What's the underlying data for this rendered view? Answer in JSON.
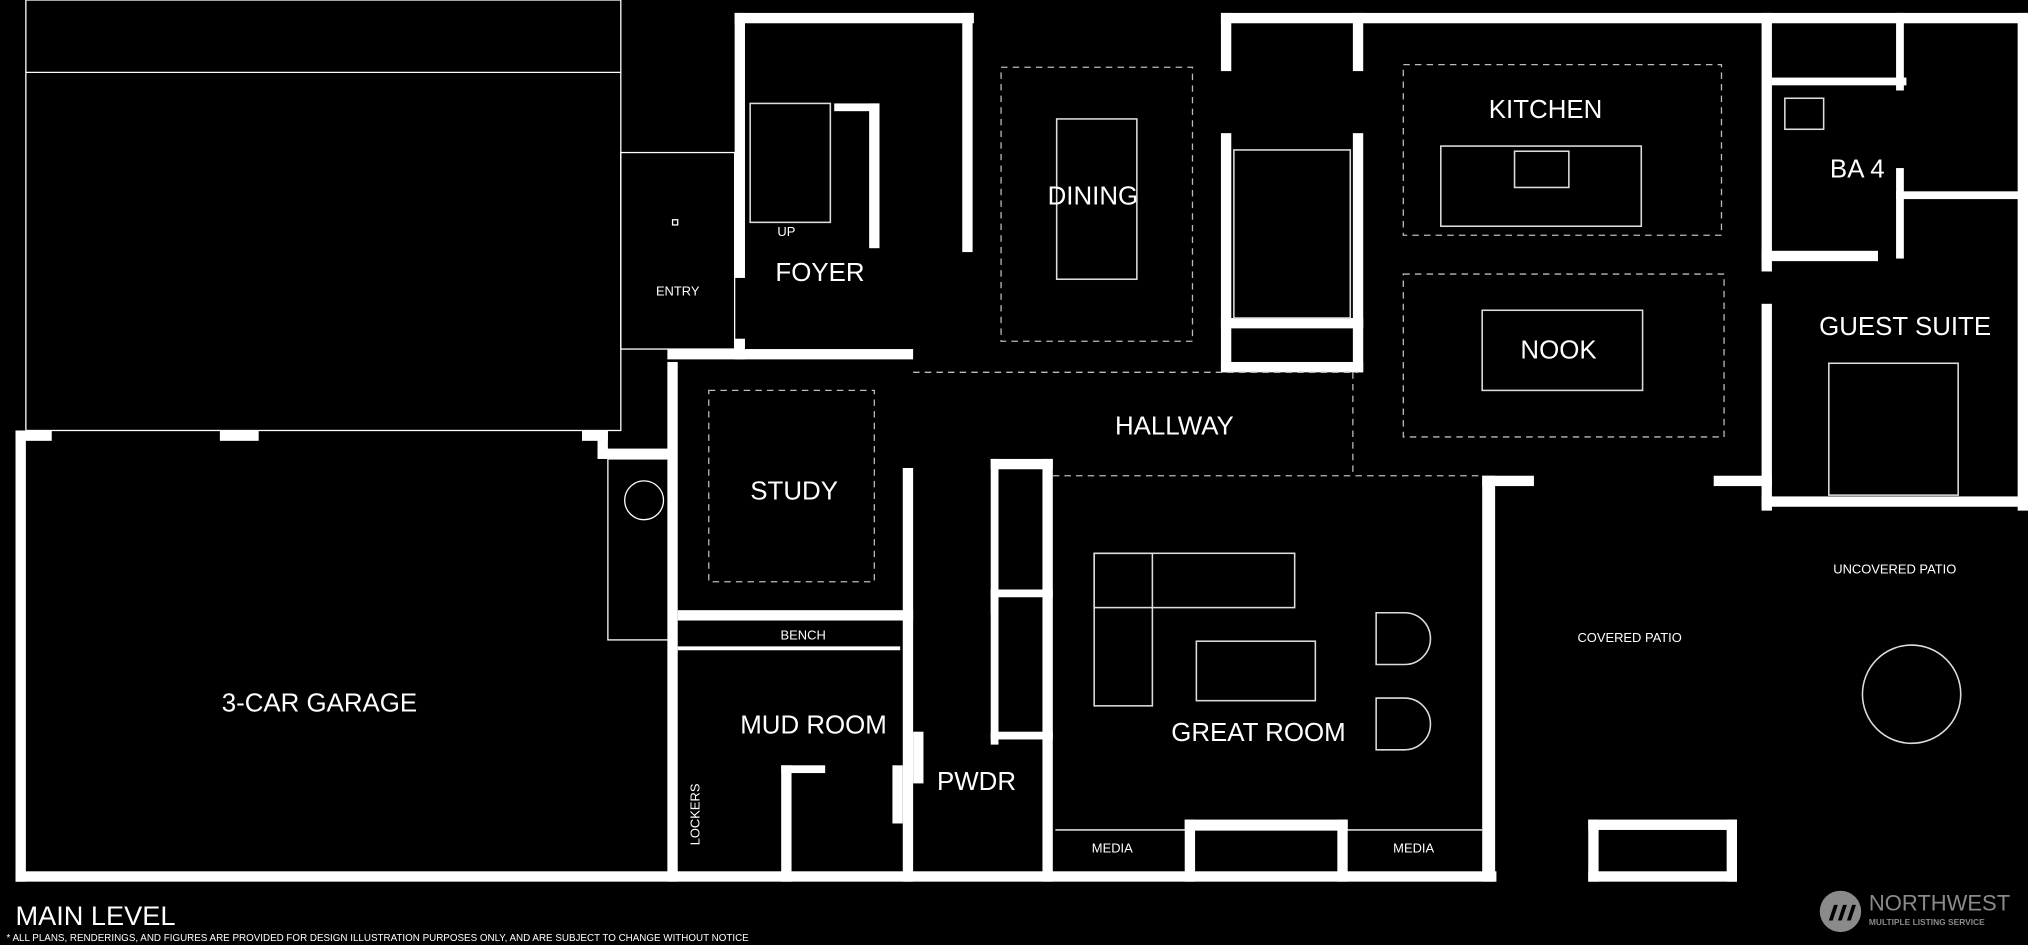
{
  "plan": {
    "level_title": "MAIN LEVEL",
    "disclaimer": "* ALL PLANS, RENDERINGS, AND FIGURES ARE PROVIDED FOR DESIGN ILLUSTRATION PURPOSES ONLY, AND ARE SUBJECT TO CHANGE WITHOUT NOTICE",
    "rooms": {
      "garage": "3-CAR GARAGE",
      "entry": "ENTRY",
      "foyer": "FOYER",
      "stairs_up": "UP",
      "dining": "DINING",
      "kitchen": "KITCHEN",
      "bath4": "BA 4",
      "guest_suite": "GUEST SUITE",
      "nook": "NOOK",
      "hallway": "HALLWAY",
      "study": "STUDY",
      "bench": "BENCH",
      "mud_room": "MUD ROOM",
      "lockers": "LOCKERS",
      "powder": "PWDR",
      "great_room": "GREAT ROOM",
      "media_left": "MEDIA",
      "media_right": "MEDIA",
      "covered_patio": "COVERED PATIO",
      "uncovered_patio": "UNCOVERED PATIO"
    },
    "logo": {
      "name": "NORTHWEST",
      "sub": "MULTIPLE LISTING SERVICE",
      "color": "#8a8a8a"
    }
  }
}
